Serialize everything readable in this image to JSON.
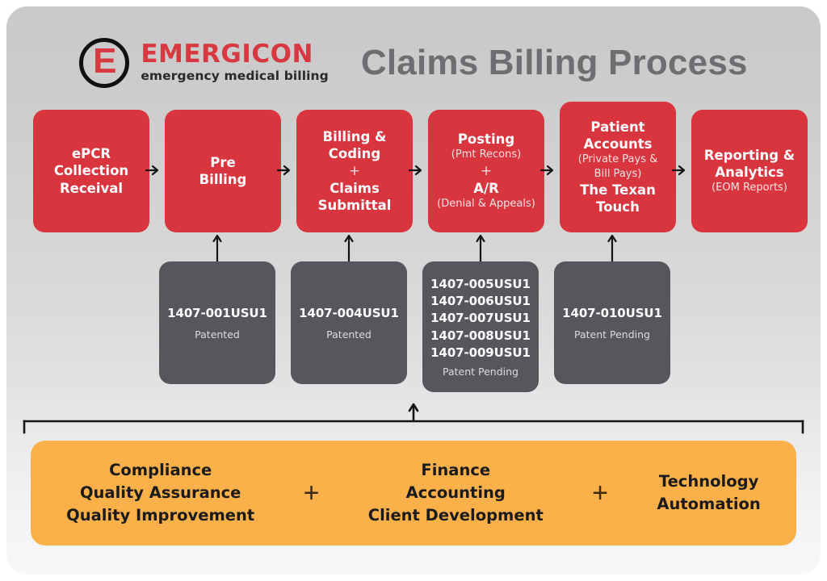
{
  "header": {
    "logo": {
      "mark_letter": "E",
      "mark_icon": "emergicon-circle-e-logo",
      "brand": "EMERGICON",
      "tagline": "emergency medical billing"
    },
    "title": "Claims Billing Process"
  },
  "colors": {
    "stage_red": "#d9353f",
    "patent_gray": "#56565c",
    "support_orange": "#fbb049",
    "brand_red": "#d8383f",
    "title_gray": "#6d6e72"
  },
  "process_stages": [
    {
      "id": "epcr-collection-receival",
      "lines": [
        {
          "kind": "main",
          "text": "ePCR"
        },
        {
          "kind": "main",
          "text": "Collection"
        },
        {
          "kind": "main",
          "text": "Receival"
        }
      ]
    },
    {
      "id": "pre-billing",
      "lines": [
        {
          "kind": "main",
          "text": "Pre"
        },
        {
          "kind": "main",
          "text": "Billing"
        }
      ]
    },
    {
      "id": "billing-coding-claims-submittal",
      "lines": [
        {
          "kind": "main",
          "text": "Billing &"
        },
        {
          "kind": "main",
          "text": "Coding"
        },
        {
          "kind": "plus",
          "text": "+"
        },
        {
          "kind": "main",
          "text": "Claims"
        },
        {
          "kind": "main",
          "text": "Submittal"
        }
      ]
    },
    {
      "id": "posting-ar",
      "lines": [
        {
          "kind": "main",
          "text": "Posting"
        },
        {
          "kind": "sub",
          "text": "(Pmt Recons)"
        },
        {
          "kind": "plus",
          "text": "+"
        },
        {
          "kind": "main",
          "text": "A/R"
        },
        {
          "kind": "sub",
          "text": "(Denial & Appeals)"
        }
      ]
    },
    {
      "id": "patient-accounts",
      "lines": [
        {
          "kind": "main",
          "text": "Patient"
        },
        {
          "kind": "main",
          "text": "Accounts"
        },
        {
          "kind": "sub",
          "text": "(Private Pays &"
        },
        {
          "kind": "sub",
          "text": "Bill Pays)"
        },
        {
          "kind": "main",
          "text": "The Texan"
        },
        {
          "kind": "main",
          "text": "Touch"
        }
      ]
    },
    {
      "id": "reporting-analytics",
      "lines": [
        {
          "kind": "main",
          "text": "Reporting &"
        },
        {
          "kind": "main",
          "text": "Analytics"
        },
        {
          "kind": "sub",
          "text": "(EOM Reports)"
        }
      ]
    }
  ],
  "stage_connectors": [
    {
      "id": "arrow-pre-to-billing",
      "icon": "arrow-right-icon"
    },
    {
      "id": "arrow-billing-to-posting",
      "icon": "arrow-right-icon"
    },
    {
      "id": "arrow-posting-to-patient",
      "icon": "arrow-right-icon"
    },
    {
      "id": "arrow-patient-to-reporting",
      "icon": "arrow-right-icon"
    }
  ],
  "patents": [
    {
      "id": "patent-pre-billing",
      "numbers": [
        "1407-001USU1"
      ],
      "status": "Patented",
      "connector_icon": "arrow-up-icon"
    },
    {
      "id": "patent-billing-coding",
      "numbers": [
        "1407-004USU1"
      ],
      "status": "Patented",
      "connector_icon": "arrow-up-icon"
    },
    {
      "id": "patent-posting-ar",
      "numbers": [
        "1407-005USU1",
        "1407-006USU1",
        "1407-007USU1",
        "1407-008USU1",
        "1407-009USU1"
      ],
      "status": "Patent Pending",
      "connector_icon": "arrow-up-icon"
    },
    {
      "id": "patent-patient-accounts",
      "numbers": [
        "1407-010USU1"
      ],
      "status": "Patent Pending",
      "connector_icon": "arrow-up-icon"
    }
  ],
  "bracket": {
    "id": "support-bracket",
    "icon": "arrow-up-icon"
  },
  "support_banner": {
    "groups": [
      {
        "id": "compliance-group",
        "lines": [
          "Compliance",
          "Quality Assurance",
          "Quality Improvement"
        ]
      },
      {
        "id": "finance-group",
        "lines": [
          "Finance",
          "Accounting",
          "Client Development"
        ]
      },
      {
        "id": "technology-group",
        "lines": [
          "Technology",
          "Automation"
        ]
      }
    ],
    "separators": [
      "+",
      "+"
    ]
  }
}
